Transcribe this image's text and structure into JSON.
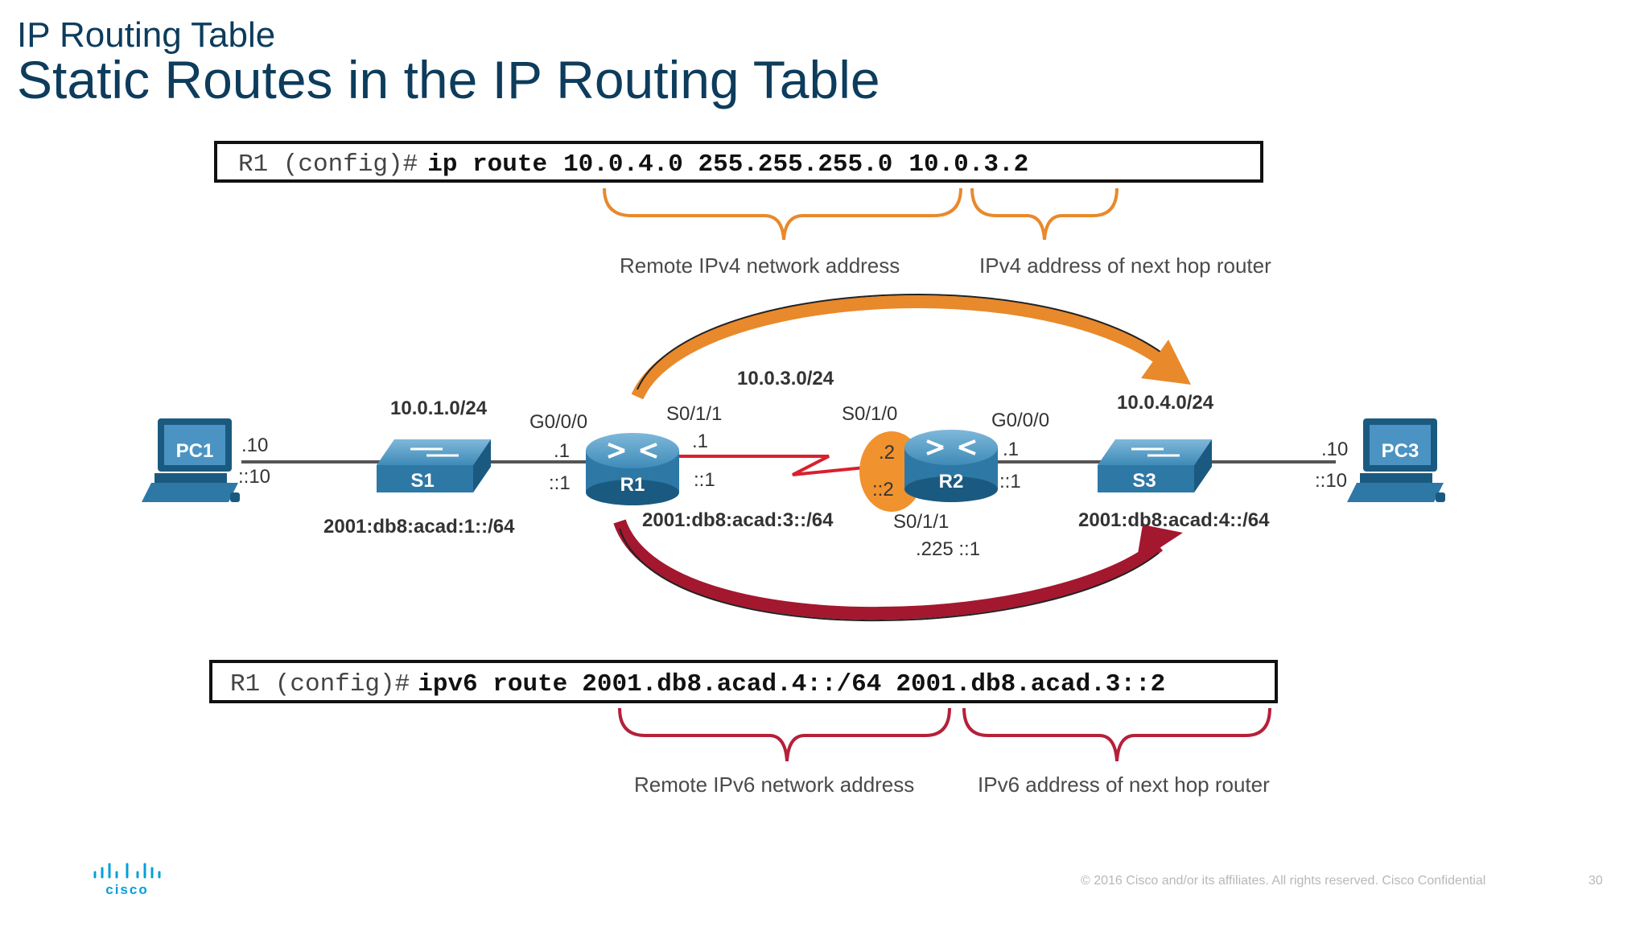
{
  "header": {
    "kicker": "IP Routing Table",
    "title": "Static Routes in the IP Routing Table"
  },
  "ipv4_command": {
    "prompt": "R1 (config)#",
    "keyword": "ip route",
    "network": "10.0.4.0 255.255.255.0",
    "next_hop": "10.0.3.2",
    "network_label": "Remote IPv4 network address",
    "next_hop_label": "IPv4 address of next hop router",
    "brace_color": "#e8892c"
  },
  "ipv6_command": {
    "prompt": "R1 (config)#",
    "keyword": "ipv6 route",
    "network": "2001.db8.acad.4::/64",
    "next_hop": "2001.db8.acad.3::2",
    "network_label": "Remote IPv6 network address",
    "next_hop_label": "IPv6 address of next hop router",
    "brace_color": "#b5203a"
  },
  "topology": {
    "pc1": {
      "name": "PC1",
      "ipv4": ".10",
      "ipv6": "::10"
    },
    "s1": {
      "name": "S1"
    },
    "lan1": {
      "ipv4": "10.0.1.0/24",
      "ipv6": "2001:db8:acad:1::/64"
    },
    "r1": {
      "name": "R1",
      "g000_name": "G0/0/0",
      "g000_ipv4": ".1",
      "g000_ipv6": "::1",
      "s011_name": "S0/1/1",
      "s011_ipv4": ".1",
      "s011_ipv6": "::1"
    },
    "wan": {
      "ipv4": "10.0.3.0/24",
      "ipv6": "2001:db8:acad:3::/64"
    },
    "r2": {
      "name": "R2",
      "s010_name": "S0/1/0",
      "s010_ipv4": ".2",
      "s010_ipv6": "::2",
      "s011_name": "S0/1/1",
      "s011_addr": ".225 ::1",
      "g000_name": "G0/0/0",
      "g000_ipv4": ".1",
      "g000_ipv6": "::1"
    },
    "s3": {
      "name": "S3"
    },
    "lan4": {
      "ipv4": "10.0.4.0/24",
      "ipv6": "2001:db8:acad:4::/64"
    },
    "pc3": {
      "name": "PC3",
      "ipv4": ".10",
      "ipv6": "::10"
    },
    "colors": {
      "device_blue": "#2e78a6",
      "device_dark": "#1b5a80",
      "ipv4_arrow": "#e8892c",
      "ipv6_arrow": "#a3182f",
      "serial_link": "#d8202e",
      "highlight": "#f0922e"
    }
  },
  "footer": {
    "copyright": "© 2016 Cisco and/or its affiliates. All rights reserved. Cisco Confidential",
    "page": "30",
    "logo_text": "cisco"
  }
}
